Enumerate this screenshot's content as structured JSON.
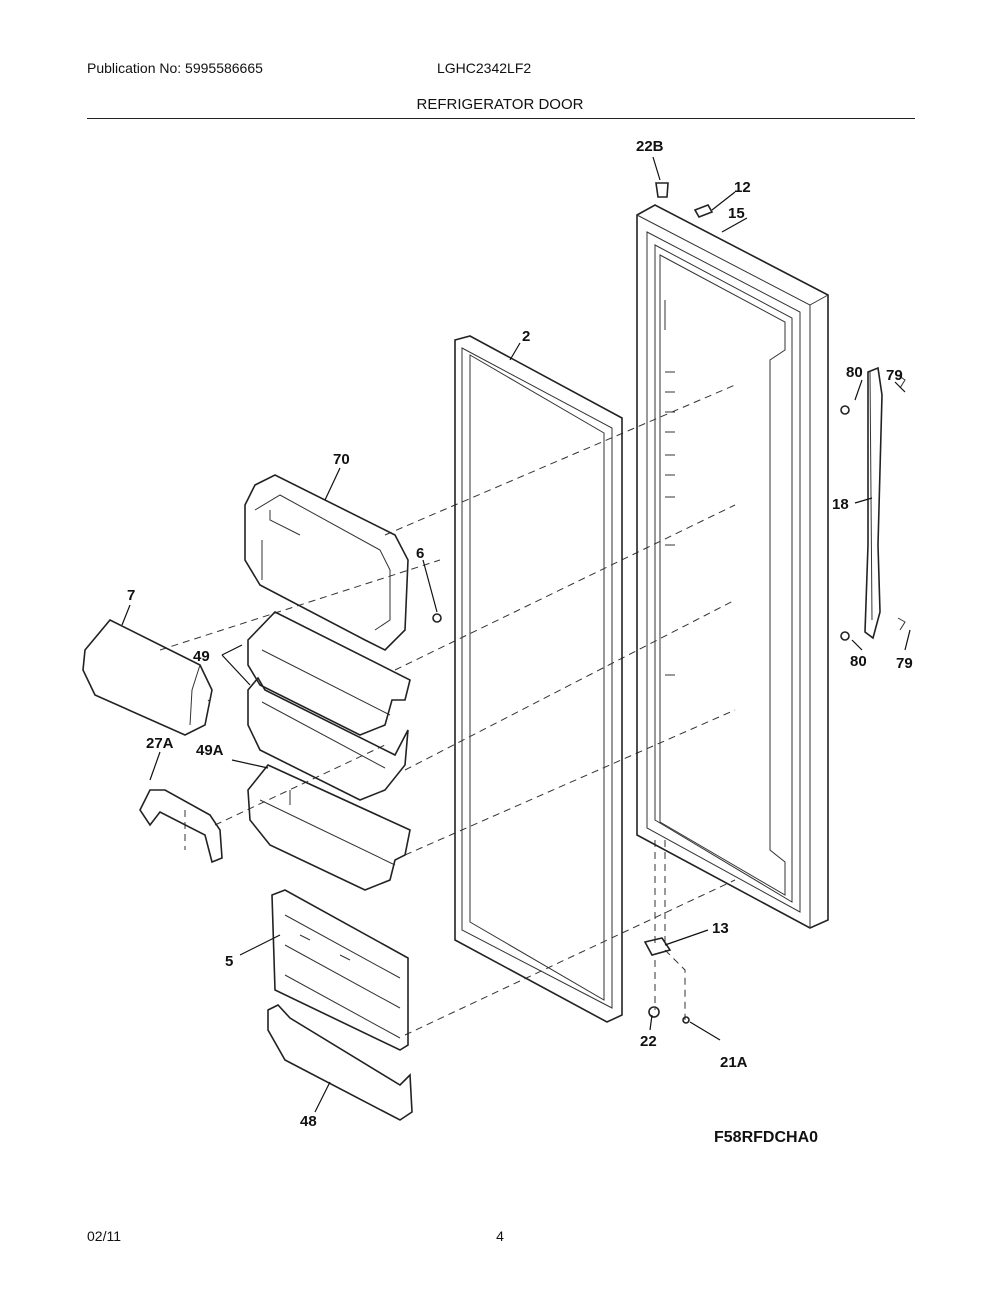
{
  "header": {
    "publication": "Publication No: 5995586665",
    "model": "LGHC2342LF2",
    "section_title": "REFRIGERATOR DOOR"
  },
  "callouts": {
    "p22B": "22B",
    "p12": "12",
    "p15": "15",
    "p2": "2",
    "p80_top": "80",
    "p79_top": "79",
    "p70": "70",
    "p18": "18",
    "p6": "6",
    "p7": "7",
    "p49": "49",
    "p80_bot": "80",
    "p79_bot": "79",
    "p27A": "27A",
    "p49A": "49A",
    "p13": "13",
    "p5": "5",
    "p22": "22",
    "p21A": "21A",
    "p48": "48"
  },
  "diagram_code": "F58RFDCHA0",
  "footer": {
    "date": "02/11",
    "page": "4"
  }
}
